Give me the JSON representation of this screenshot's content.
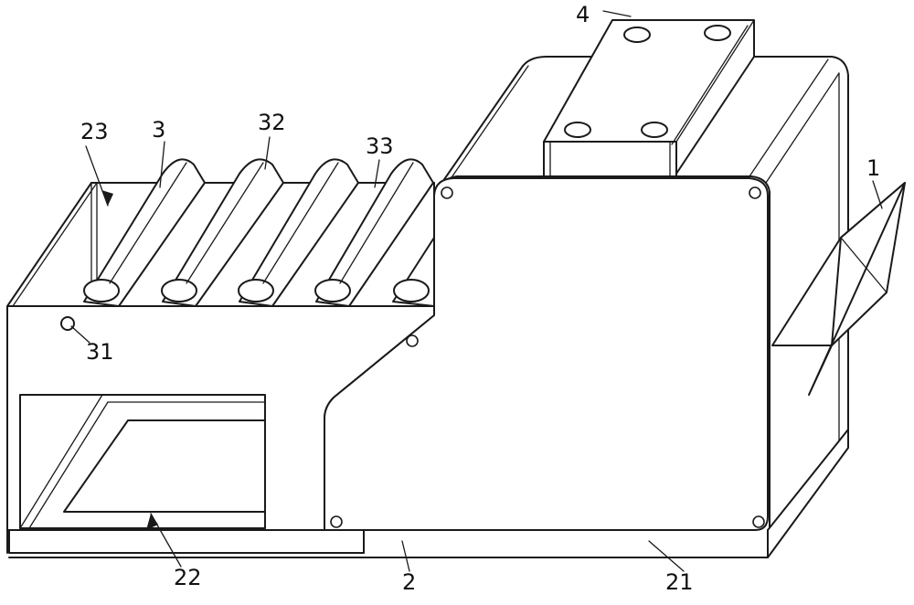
{
  "figure": {
    "labels": {
      "l1": "1",
      "l2": "2",
      "l21": "21",
      "l22": "22",
      "l23": "23",
      "l3": "3",
      "l31": "31",
      "l32": "32",
      "l33": "33",
      "l4": "4"
    }
  }
}
